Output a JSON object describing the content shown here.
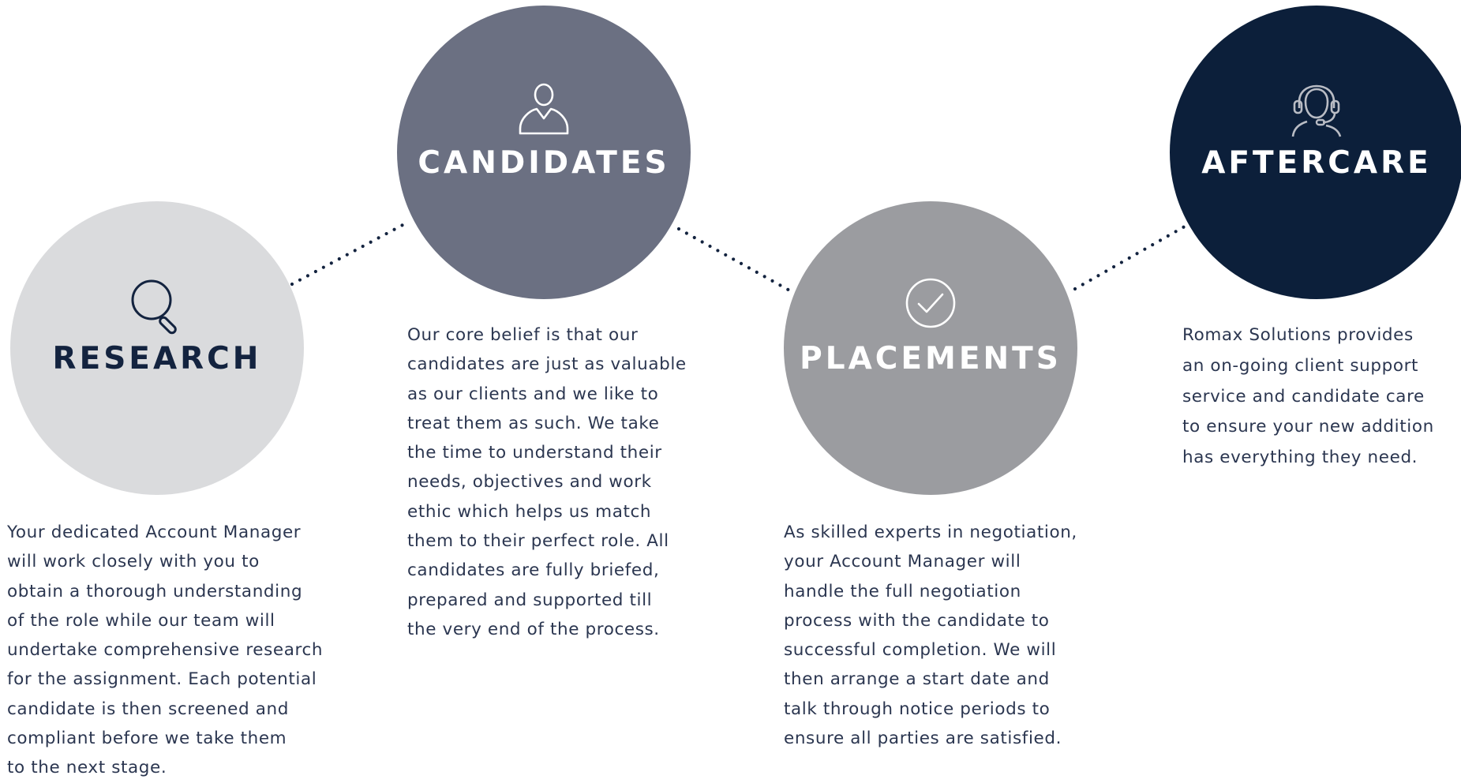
{
  "colors": {
    "research": "#dadbdd",
    "candidates": "#6b7082",
    "placements": "#9b9ca0",
    "aftercare": "#0c1f3a",
    "navy": "#13233f",
    "text": "#2b3650",
    "connector": "#13233f"
  },
  "steps": [
    {
      "id": "research",
      "title": "RESEARCH",
      "icon": "magnifier-icon",
      "description": [
        "Your dedicated Account Manager",
        "will work closely with you to",
        "obtain a thorough understanding",
        "of the role while our team will",
        "undertake comprehensive research",
        "for the assignment. Each potential",
        "candidate is then screened and",
        "compliant before we take them",
        "to the next stage."
      ]
    },
    {
      "id": "candidates",
      "title": "CANDIDATES",
      "icon": "person-icon",
      "description": [
        "Our core belief is that our",
        "candidates are just as valuable",
        "as our clients and we like to",
        "treat them as such. We take",
        "the time to understand their",
        "needs, objectives and work",
        "ethic which helps us match",
        "them to their perfect role. All",
        "candidates are fully briefed,",
        "prepared and supported till",
        "the very end of the process."
      ]
    },
    {
      "id": "placements",
      "title": "PLACEMENTS",
      "icon": "checkmark-circle-icon",
      "description": [
        "As skilled experts in negotiation,",
        "your Account Manager will",
        "handle the full negotiation",
        "process with the candidate to",
        "successful completion. We will",
        "then arrange a start date and",
        "talk through notice periods to",
        "ensure all parties are satisfied."
      ]
    },
    {
      "id": "aftercare",
      "title": "AFTERCARE",
      "icon": "headset-person-icon",
      "description": [
        "Romax Solutions provides",
        "an on-going client support",
        "service and candidate care",
        "to ensure your new addition",
        "has everything they need."
      ]
    }
  ]
}
